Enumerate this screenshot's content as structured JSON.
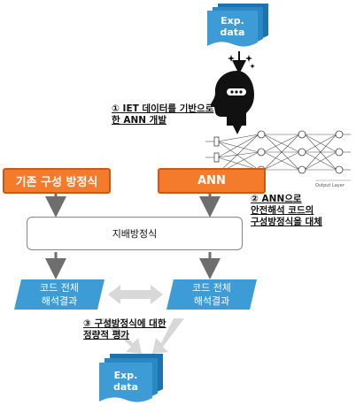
{
  "colors": {
    "data_blue": "#3d9bd6",
    "orange": "#f47a2c",
    "arrow_gray": "#6e6e6e",
    "light_gray": "#d8d8d8"
  },
  "exp_data_top": {
    "line1": "Exp.",
    "line2": "data"
  },
  "exp_data_bottom": {
    "line1": "Exp.",
    "line2": "data"
  },
  "step1": {
    "line1": "① IET 데이터를 기반으로",
    "line2": "한 ANN 개발"
  },
  "step2": {
    "line1": "② ANN으로",
    "line2": "안전해석 코드의",
    "line3": "구성방정식을 대체"
  },
  "step3": {
    "line1": "③ 구성방정식에 대한",
    "line2": "정량적 평가"
  },
  "box_left": {
    "label": "기존 구성 방정식"
  },
  "box_right": {
    "label": "ANN"
  },
  "governing": {
    "label": "지배방정식"
  },
  "result_left": {
    "line1": "코드 전체",
    "line2": "해석결과"
  },
  "result_right": {
    "line1": "코드 전체",
    "line2": "해석결과"
  },
  "network": {
    "caption": "Output Layer"
  },
  "icons": [
    "head-ai-icon",
    "neural-network-icon",
    "document-stack-icon"
  ]
}
